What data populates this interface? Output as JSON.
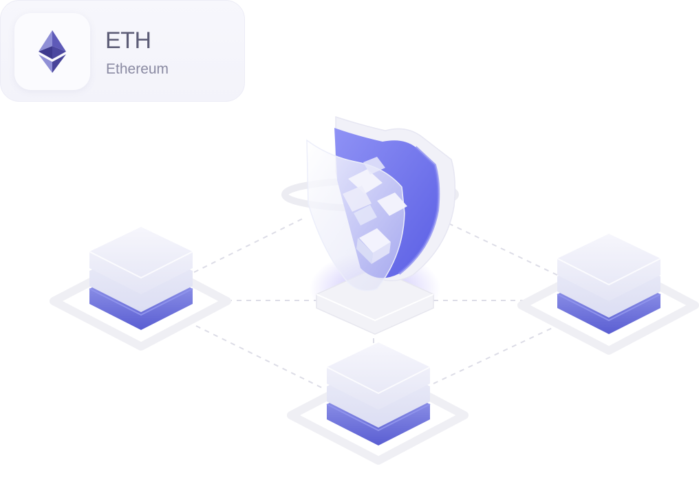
{
  "token": {
    "symbol": "ETH",
    "name": "Ethereum",
    "icon": "ethereum-icon"
  },
  "illustration": {
    "center_icon": "shield-icon",
    "node_icon": "server-stack-icon",
    "node_count": 3,
    "colors": {
      "accent": "#6b70e8",
      "accent_dark": "#4f4fc4",
      "accent_light": "#a9adf3",
      "stack_light": "#ecedf8",
      "platform": "#efeff4",
      "dash_line": "#dcdce6"
    }
  }
}
